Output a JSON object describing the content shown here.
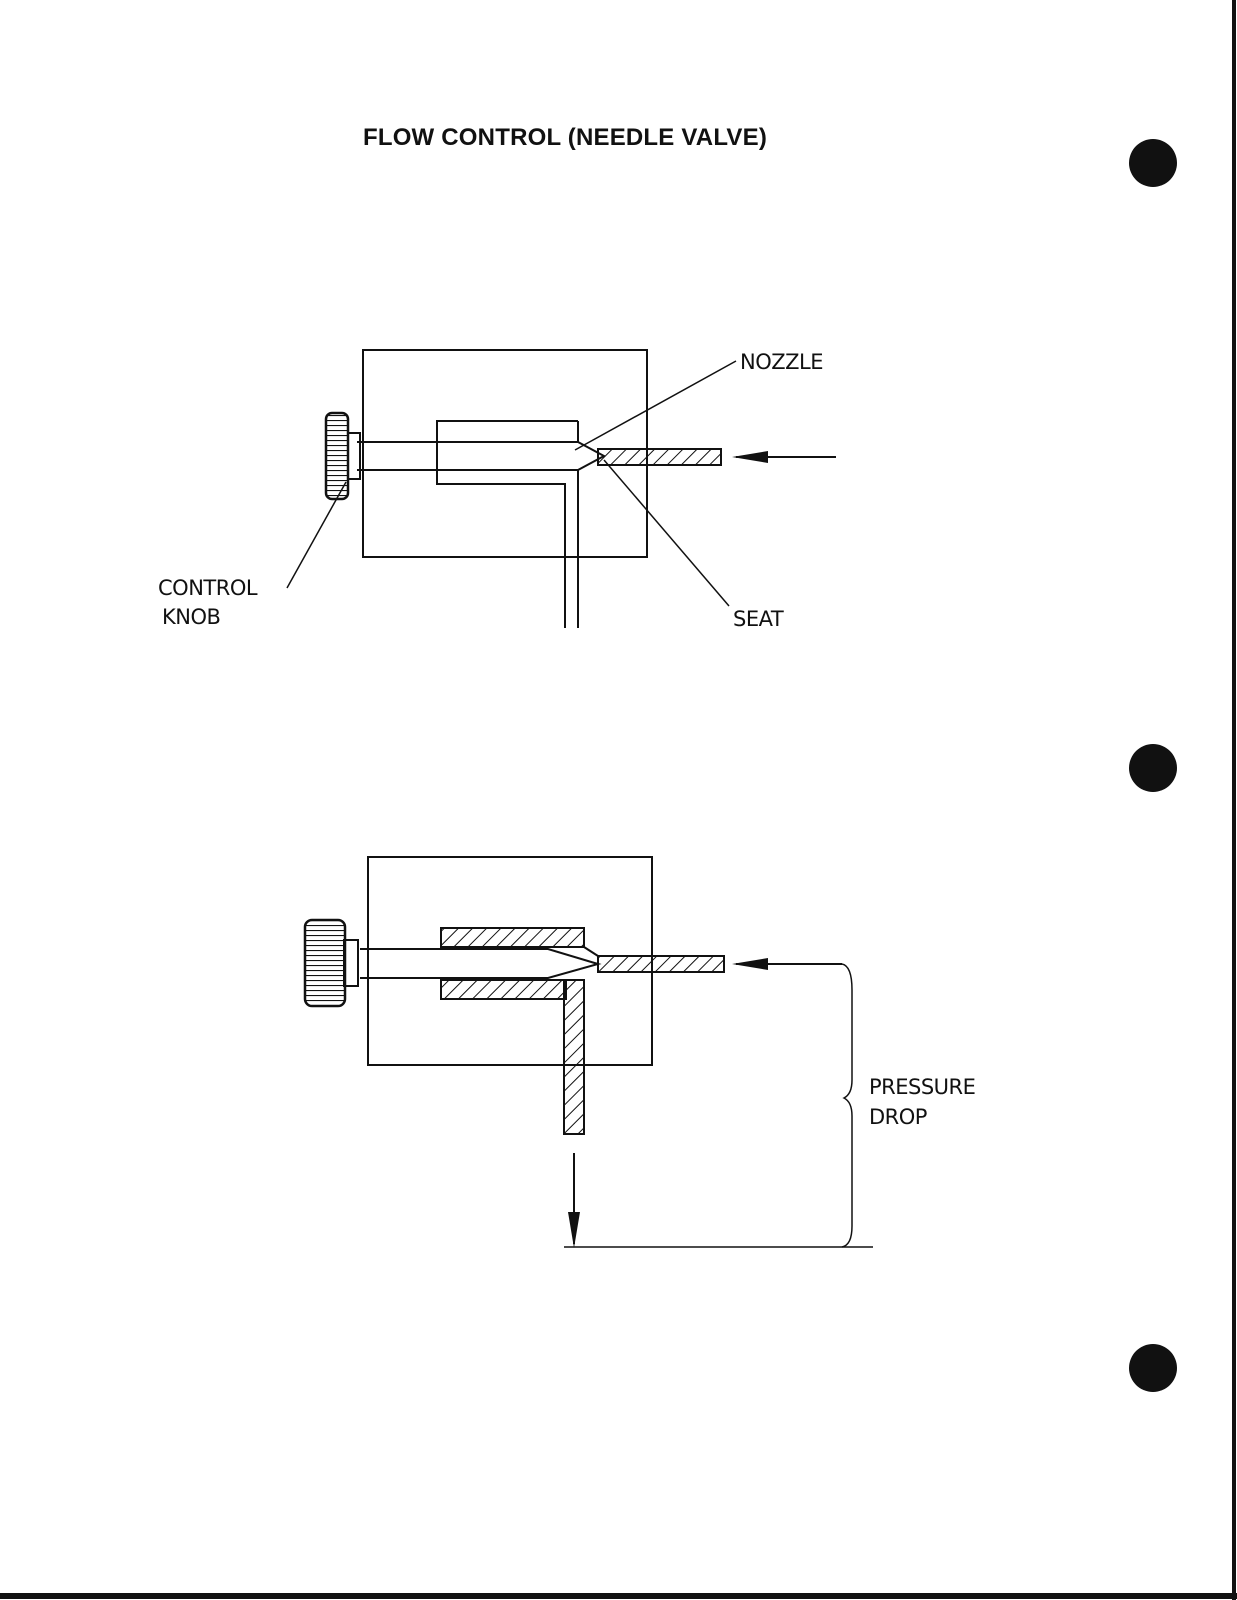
{
  "title": "FLOW CONTROL (NEEDLE VALVE)",
  "labels": {
    "nozzle": "NOZZLE",
    "control_knob_line1": "CONTROL",
    "control_knob_line2": "KNOB",
    "seat": "SEAT",
    "pressure_drop_line1": "PRESSURE",
    "pressure_drop_line2": "DROP"
  },
  "colors": {
    "ink": "#111111",
    "paper": "#ffffff"
  }
}
